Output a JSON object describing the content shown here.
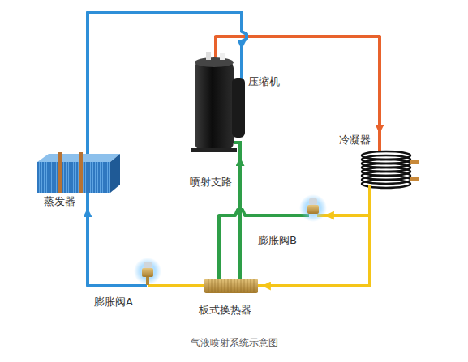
{
  "diagram": {
    "caption": "气液喷射系统示意图",
    "nodes": [
      {
        "text": [
          "压缩机"
        ]
      },
      {
        "text": [
          "冷凝器"
        ]
      },
      {
        "text": [
          "膨胀阀B"
        ]
      },
      {
        "text": [
          "板式换热器"
        ]
      },
      {
        "text": [
          "膨胀阀A"
        ]
      },
      {
        "text": [
          "蒸发器"
        ]
      }
    ],
    "edges": [
      {
        "from": 0,
        "to": 1,
        "arrow": "to"
      },
      {
        "from": 1,
        "to": 2,
        "arrow": "to"
      },
      {
        "from": 1,
        "to": 3,
        "arrow": "to"
      },
      {
        "from": 2,
        "to": 3,
        "arrow": "none"
      },
      {
        "from": 3,
        "to": 0,
        "arrow": "to",
        "label": "喷射支路"
      },
      {
        "from": 3,
        "to": 4,
        "arrow": "none"
      },
      {
        "from": 4,
        "to": 5,
        "arrow": "to"
      },
      {
        "from": 5,
        "to": 0,
        "arrow": "to"
      }
    ]
  }
}
